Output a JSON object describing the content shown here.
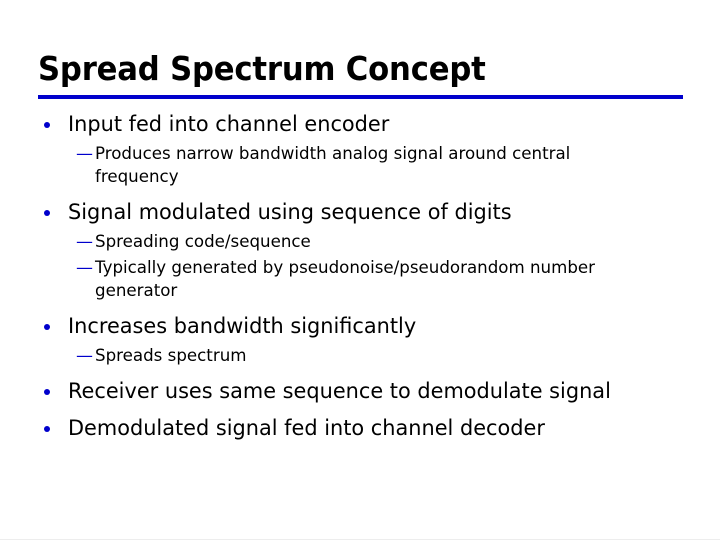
{
  "slide": {
    "title": "Spread Spectrum Concept",
    "accent_color": "#0000CC",
    "text_color": "#000000",
    "background_color": "#FFFFFF",
    "bullet_glyph": "•",
    "sub_bullet_glyph": "—",
    "content": [
      {
        "level": 1,
        "text": "Input fed into channel encoder",
        "children": [
          {
            "level": 2,
            "text": "Produces narrow bandwidth analog signal around central frequency"
          }
        ]
      },
      {
        "level": 1,
        "text": "Signal modulated using sequence of digits",
        "children": [
          {
            "level": 2,
            "text": "Spreading code/sequence"
          },
          {
            "level": 2,
            "text": "Typically generated by pseudonoise/pseudorandom number generator"
          }
        ]
      },
      {
        "level": 1,
        "text": "Increases bandwidth significantly",
        "children": [
          {
            "level": 2,
            "text": "Spreads spectrum"
          }
        ]
      },
      {
        "level": 1,
        "text": "Receiver uses same sequence to demodulate signal",
        "children": []
      },
      {
        "level": 1,
        "text": "Demodulated signal fed into channel decoder",
        "children": []
      }
    ]
  }
}
